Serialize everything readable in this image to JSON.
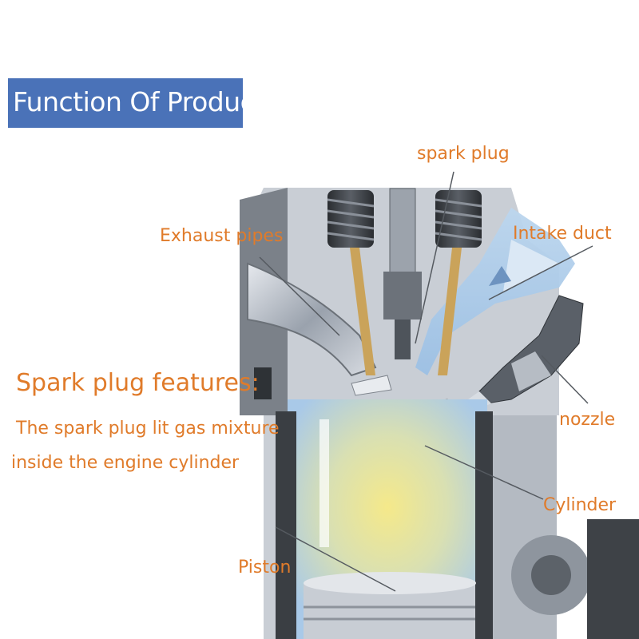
{
  "banner": {
    "title": "Function Of Product"
  },
  "labels": {
    "spark_plug": "spark plug",
    "exhaust_pipes": "Exhaust pipes",
    "intake_duct": "Intake duct",
    "nozzle": "nozzle",
    "cylinder": "Cylinder",
    "piston": "Piston"
  },
  "features": {
    "heading": "Spark plug features:",
    "line1": "The spark plug lit gas mixture",
    "line2": "inside the engine cylinder"
  },
  "colors": {
    "banner_bg": "#4a72b8",
    "label_text": "#e07b2a",
    "banner_text": "#ffffff"
  }
}
